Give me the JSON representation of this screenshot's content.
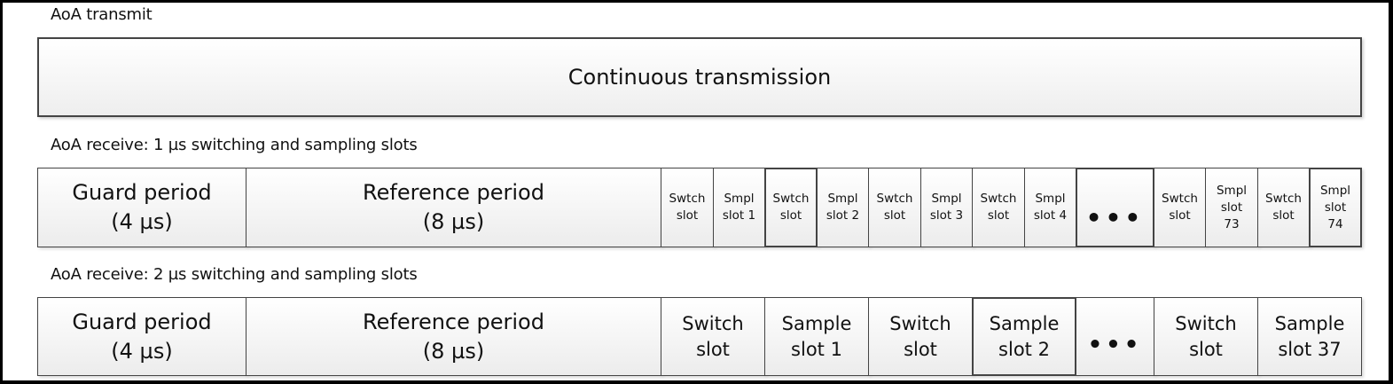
{
  "transmit": {
    "label": "AoA transmit",
    "box_text": "Continuous transmission"
  },
  "receive_1us": {
    "label": "AoA receive: 1 µs switching and sampling slots",
    "guard": {
      "line1": "Guard period",
      "line2": "(4 µs)"
    },
    "reference": {
      "line1": "Reference period",
      "line2": "(8 µs)"
    },
    "slots": [
      {
        "l1": "Swtch",
        "l2": "slot",
        "l3": ""
      },
      {
        "l1": "Smpl",
        "l2": "slot 1",
        "l3": ""
      },
      {
        "l1": "Swtch",
        "l2": "slot",
        "l3": ""
      },
      {
        "l1": "Smpl",
        "l2": "slot 2",
        "l3": ""
      },
      {
        "l1": "Swtch",
        "l2": "slot",
        "l3": ""
      },
      {
        "l1": "Smpl",
        "l2": "slot 3",
        "l3": ""
      },
      {
        "l1": "Swtch",
        "l2": "slot",
        "l3": ""
      },
      {
        "l1": "Smpl",
        "l2": "slot 4",
        "l3": ""
      },
      {
        "l1": "Swtch",
        "l2": "slot",
        "l3": ""
      },
      {
        "l1": "Smpl",
        "l2": "slot",
        "l3": "73"
      },
      {
        "l1": "Swtch",
        "l2": "slot",
        "l3": ""
      },
      {
        "l1": "Smpl",
        "l2": "slot",
        "l3": "74"
      }
    ],
    "ellipsis": "•••"
  },
  "receive_2us": {
    "label": "AoA receive: 2 µs switching and sampling slots",
    "guard": {
      "line1": "Guard period",
      "line2": "(4 µs)"
    },
    "reference": {
      "line1": "Reference period",
      "line2": "(8 µs)"
    },
    "slots": [
      {
        "l1": "Switch",
        "l2": "slot"
      },
      {
        "l1": "Sample",
        "l2": "slot 1"
      },
      {
        "l1": "Switch",
        "l2": "slot"
      },
      {
        "l1": "Sample",
        "l2": "slot 2"
      },
      {
        "l1": "Switch",
        "l2": "slot"
      },
      {
        "l1": "Sample",
        "l2": "slot 37"
      }
    ],
    "ellipsis": "•••"
  }
}
